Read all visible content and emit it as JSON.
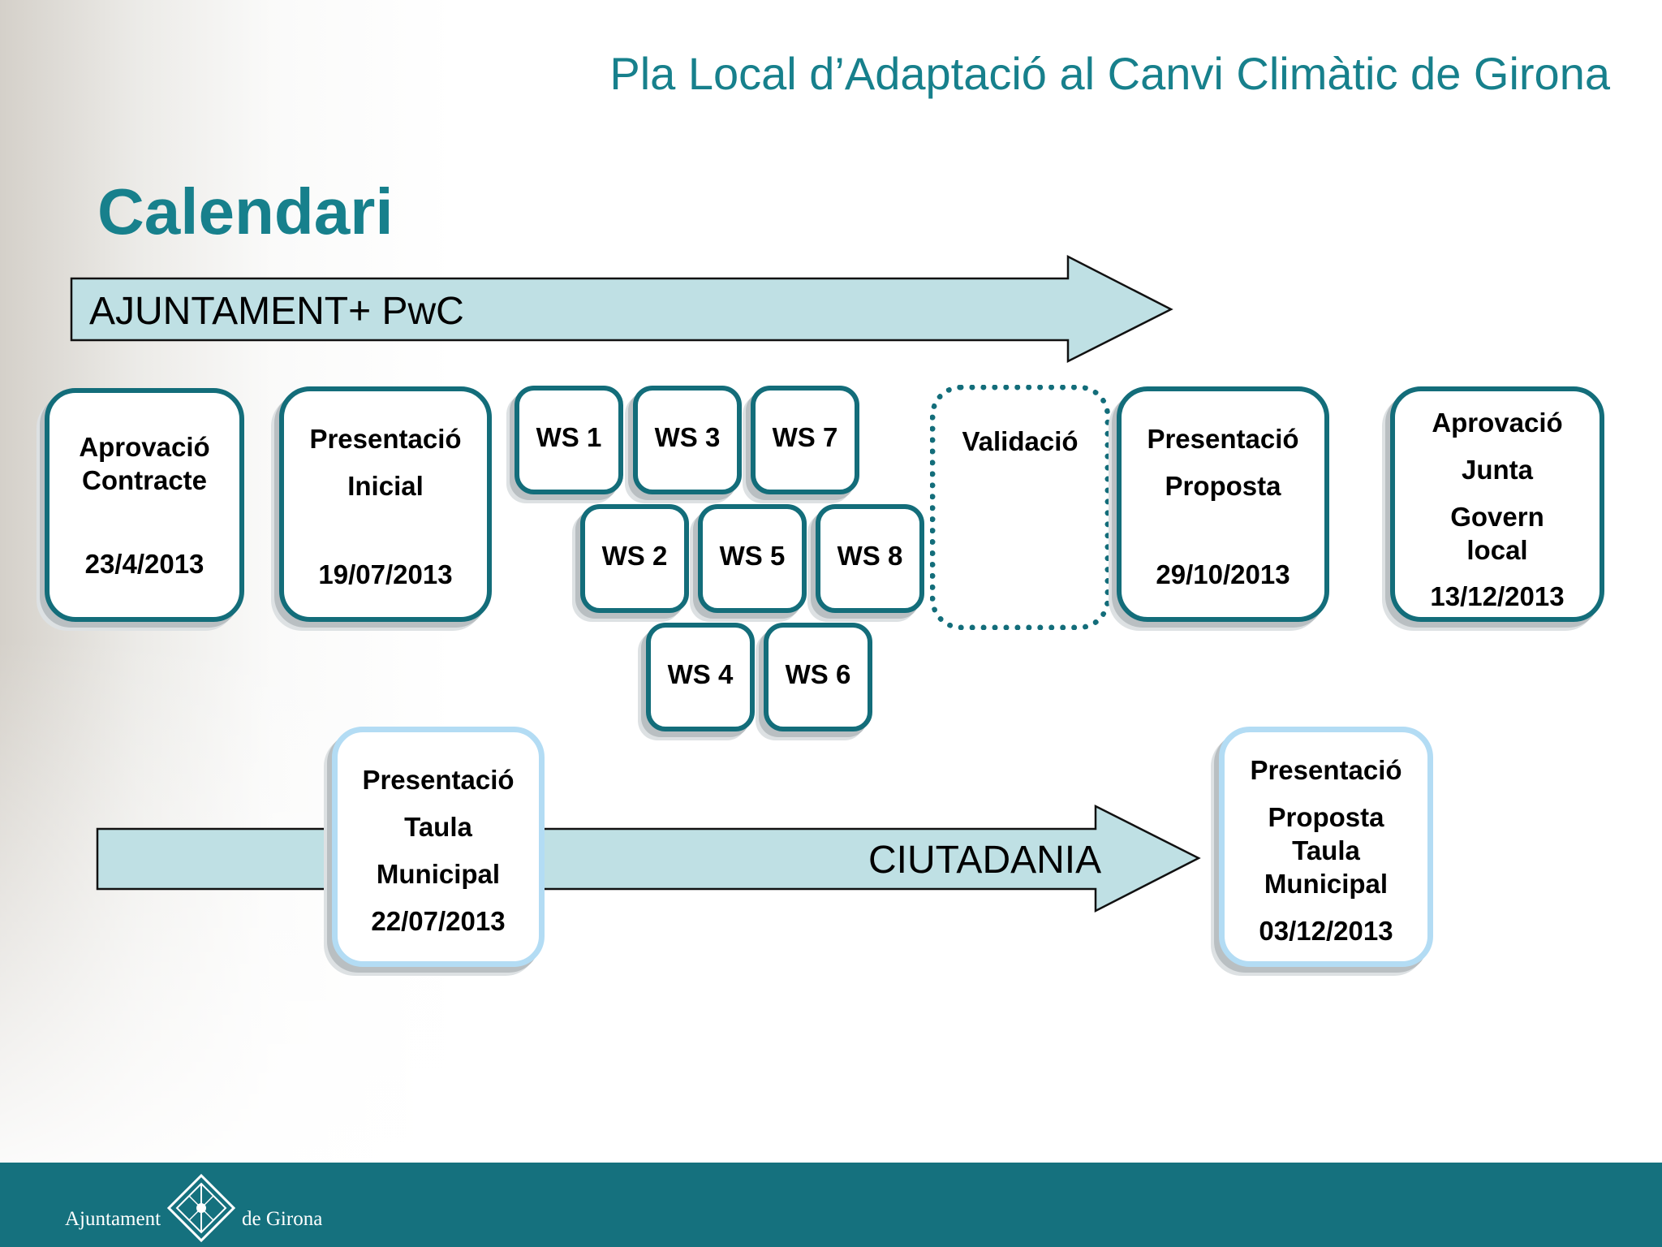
{
  "header": {
    "title": "Pla Local d’Adaptació al Canvi Climàtic de Girona"
  },
  "page": {
    "title": "Calendari"
  },
  "arrows": {
    "top": "AJUNTAMENT+ PwC",
    "bottom": "CIUTADANIA"
  },
  "milestones": {
    "aprovacio_contracte": {
      "lines": [
        "Aprovació",
        "Contracte"
      ],
      "date": "23/4/2013"
    },
    "presentacio_inicial": {
      "lines": [
        "Presentació",
        "Inicial"
      ],
      "date": "19/07/2013"
    },
    "validacio": {
      "lines": [
        "Validació"
      ]
    },
    "presentacio_proposta": {
      "lines": [
        "Presentació",
        "Proposta"
      ],
      "date": "29/10/2013"
    },
    "aprovacio_junta": {
      "lines": [
        "Aprovació",
        "Junta",
        "Govern",
        "local"
      ],
      "date": "13/12/2013"
    },
    "presentacio_taula": {
      "lines": [
        "Presentació",
        "Taula",
        "Municipal"
      ],
      "date": "22/07/2013"
    },
    "presentacio_proposta_taula": {
      "lines": [
        "Presentació",
        "Proposta",
        "Taula",
        "Municipal"
      ],
      "date": "03/12/2013"
    }
  },
  "workshops": [
    "WS 1",
    "WS 2",
    "WS 3",
    "WS 4",
    "WS 5",
    "WS 6",
    "WS 7",
    "WS 8"
  ],
  "footer": {
    "logo_left": "Ajuntament",
    "logo_right": "de Girona"
  },
  "colors": {
    "accent": "#17808c",
    "box_border": "#136d7a",
    "arrow_fill": "#bfe0e4",
    "light_border": "#b3dcf4",
    "footer": "#15717e"
  },
  "icons": {
    "logo": "girona-coat-of-arms-icon"
  }
}
